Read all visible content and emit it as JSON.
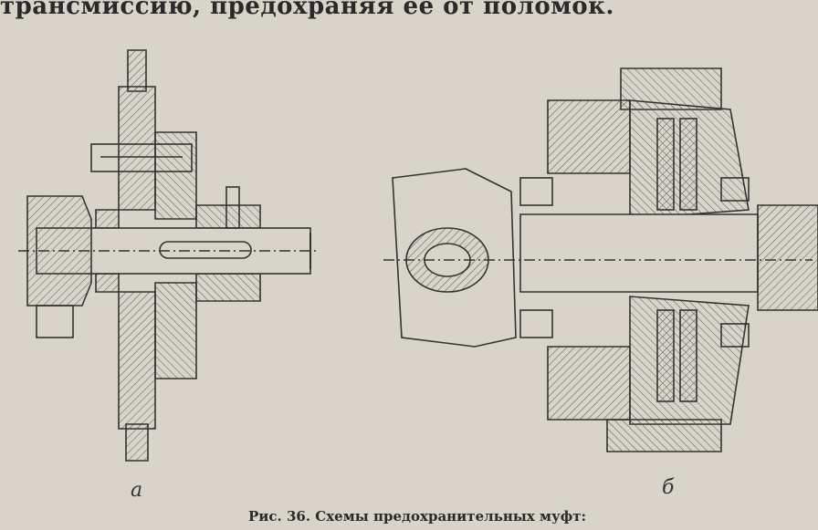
{
  "top_text": "трансмиссию, предохраняя ее от поломок.",
  "labels": {
    "a": "а",
    "b": "б"
  },
  "caption": "Рис. 36. Схемы предохранительных муфт:"
}
